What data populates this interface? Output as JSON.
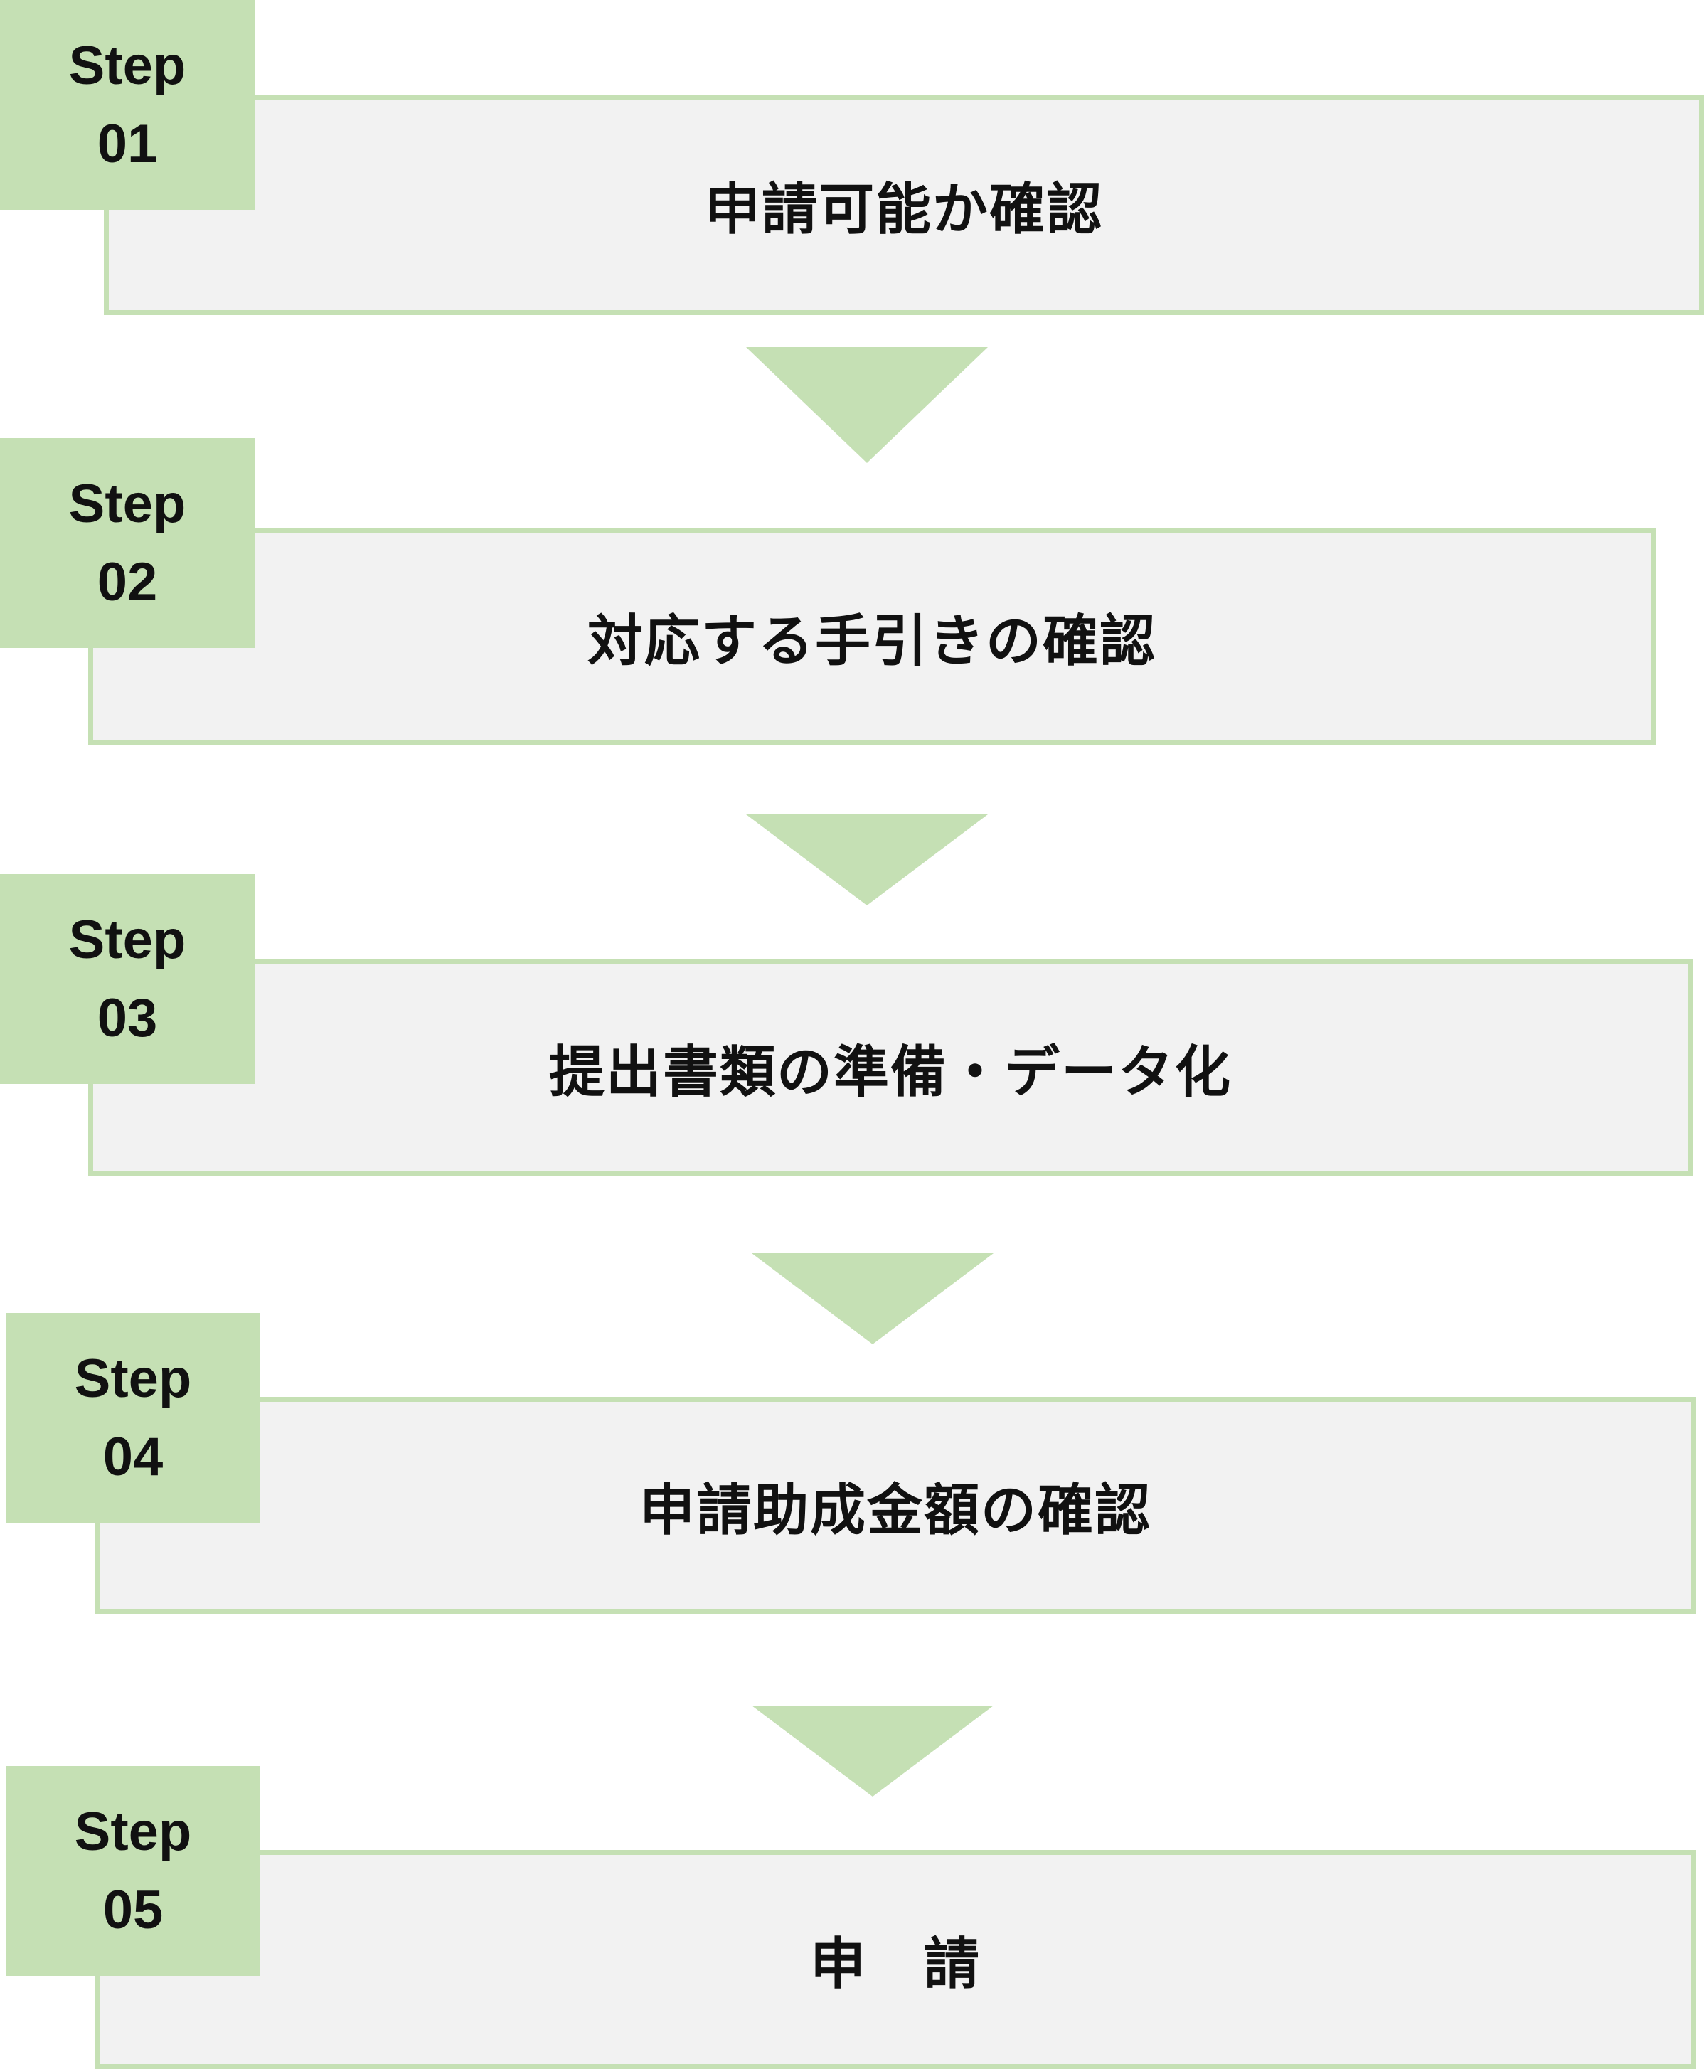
{
  "colors": {
    "tag_fill": "#c5e0b4",
    "box_fill": "#f2f2f2",
    "box_border": "#c5e0b4",
    "text": "#111111"
  },
  "steps": [
    {
      "word": "Step",
      "number": "01",
      "title": "申請可能か確認"
    },
    {
      "word": "Step",
      "number": "02",
      "title": "対応する手引きの確認"
    },
    {
      "word": "Step",
      "number": "03",
      "title": "提出書類の準備・データ化"
    },
    {
      "word": "Step",
      "number": "04",
      "title": "申請助成金額の確認"
    },
    {
      "word": "Step",
      "number": "05",
      "title": "申　請"
    }
  ]
}
